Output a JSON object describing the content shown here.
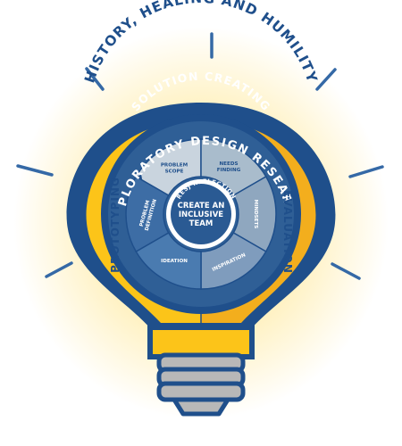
{
  "diagram": {
    "outer_arc_title": "HISTORY, HEALING AND HUMILITY",
    "ring_title": "SOLUTION CREATING",
    "left_half_label": "PROTOTYPING",
    "right_half_label": "EVALUATION",
    "inner_ring_title": "EXPLORATORY DESIGN RESEARCH",
    "reflection_label": "RESJ REFLECTION",
    "center_label_lines": [
      "CREATE AN",
      "INCLUSIVE",
      "TEAM"
    ],
    "segments": [
      {
        "lines": [
          "PROBLEM",
          "SCOPE"
        ]
      },
      {
        "lines": [
          "NEEDS",
          "FINDING"
        ]
      },
      {
        "lines": [
          "MINDSETS"
        ]
      },
      {
        "lines": [
          "INSPIRATION"
        ]
      },
      {
        "lines": [
          "IDEATION"
        ]
      },
      {
        "lines": [
          "PROBLEM",
          "DEFINITION"
        ]
      }
    ],
    "colors": {
      "navy": "#1f4f8b",
      "yellow_left": "#fcc419",
      "yellow_right": "#f3ae1d",
      "glow": "#ffe58a",
      "research_blue": "#2f5f96",
      "segment_blue": "#4a7bb0",
      "segment_light": "#c9d4de",
      "center_blue": "#2a5a93",
      "base_gray": "#b8b8b8",
      "ray_blue": "#3569a6"
    }
  }
}
